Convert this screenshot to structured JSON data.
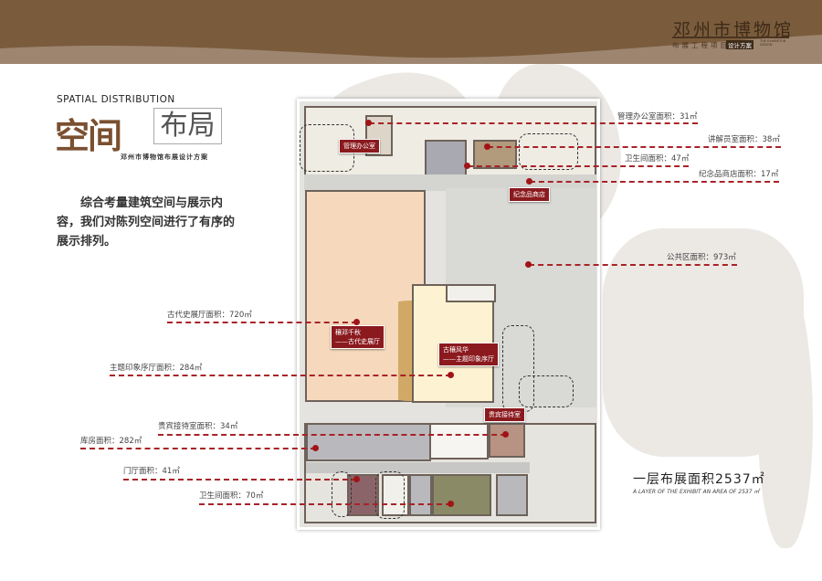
{
  "header": {
    "brand": "邓州市博物馆",
    "subtitle": "布展工程项目",
    "subtitle_tag": "设计方案",
    "subtitle_en": "THE EXHIBITION DESIGN",
    "colors": {
      "band": "#7a5c3c",
      "wave": "#9d8570"
    }
  },
  "title": {
    "english": "SPATIAL DISTRIBUTION",
    "main_left": "空间",
    "main_right": "布局",
    "caption": "邓州市博物馆布展设计方案"
  },
  "intro": "综合考量建筑空间与展示内容，我们对陈列空间进行了有序的展示排列。",
  "tags": {
    "office": "管理办公室",
    "shop": "纪念品商店",
    "ancient_line1": "穰邓千秋",
    "ancient_line2": "——古代史展厅",
    "theme_line1": "古穰风华",
    "theme_line2": "——主题印象序厅",
    "vip": "贵宾接待室"
  },
  "areas": {
    "office": "管理办公室面积：31㎡",
    "guide": "讲解员室面积：38㎡",
    "toilet_top": "卫生间面积：47㎡",
    "shop": "纪念品商店面积：17㎡",
    "public": "公共区面积：973㎡",
    "ancient": "古代史展厅面积：720㎡",
    "theme": "主题印象序厅面积：284㎡",
    "vip": "贵宾接待室面积：34㎡",
    "storage": "库房面积：282㎡",
    "foyer": "门厅面积：41㎡",
    "toilet_bottom": "卫生间面积：70㎡"
  },
  "total": {
    "label": "一层布展面积2537㎡",
    "english": "A LAYER OF THE EXHIBIT AN AREA OF 2537 ㎡"
  },
  "accent": "#8b1a1e"
}
